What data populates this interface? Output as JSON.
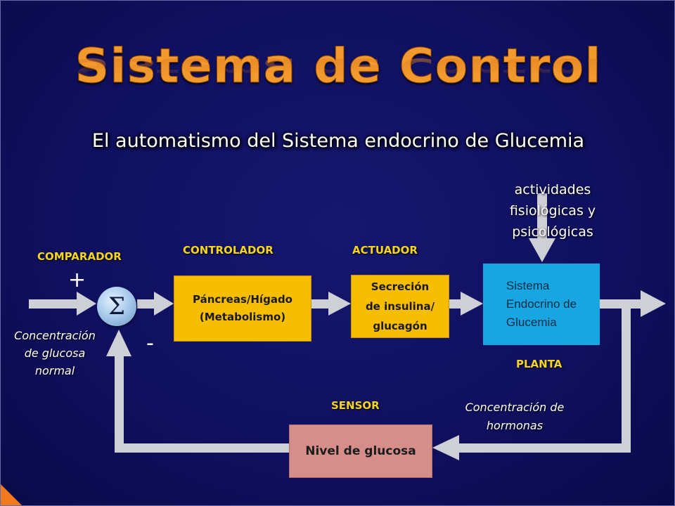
{
  "title": "Sistema de Control",
  "subtitle": "El automatismo del Sistema endocrino de Glucemia",
  "diagram": {
    "labels": {
      "comparador": "COMPARADOR",
      "controlador": "CONTROLADOR",
      "actuador": "ACTUADOR",
      "planta": "PLANTA",
      "sensor": "SENSOR"
    },
    "comparator": {
      "symbol": "Σ",
      "plus": "+",
      "minus": "-"
    },
    "input": {
      "lines": [
        "Concentración",
        "de glucosa",
        "normal"
      ]
    },
    "controller_box": {
      "lines": [
        "Páncreas/Hígado",
        "(Metabolismo)"
      ]
    },
    "actuator_box": {
      "lines": [
        "Secreción",
        "de insulina/",
        "glucagón"
      ]
    },
    "plant_box": {
      "lines": [
        "Sistema",
        "Endocrino de",
        "Glucemia"
      ]
    },
    "sensor_box": {
      "label": "Nivel de glucosa"
    },
    "disturbance": {
      "lines": [
        "actividades",
        "fisiológicas y",
        "psicológicas"
      ]
    },
    "output_note": {
      "lines": [
        "Concentración de",
        "hormonas"
      ]
    }
  },
  "colors": {
    "background": "#101060",
    "title": "#f29a2e",
    "label_yellow": "#f5d51e",
    "controller_fill": "#f7be00",
    "plant_fill": "#18a6e2",
    "sensor_fill": "#d68e8a",
    "arrow": "#cfcfd6"
  }
}
